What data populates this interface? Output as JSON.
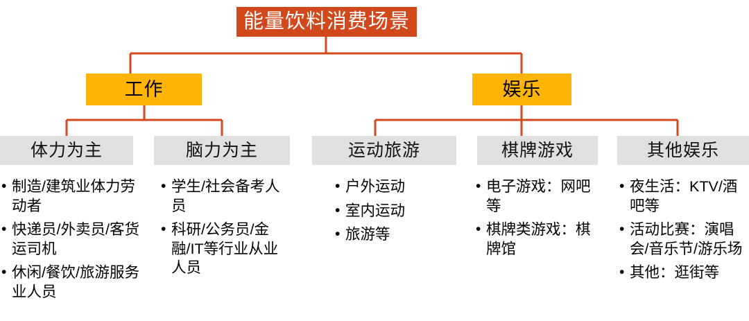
{
  "diagram": {
    "title": "能量饮料消费场景",
    "colors": {
      "root_bg": "#D0481C",
      "level2_bg": "#FFB407",
      "level3_bg": "#E0E0E0",
      "connector": "#D0481C",
      "root_text": "#FFFFFF",
      "body_text": "#000000"
    },
    "root": {
      "label": "能量饮料消费场景"
    },
    "level2": [
      {
        "label": "工作"
      },
      {
        "label": "娱乐"
      }
    ],
    "level3": [
      {
        "label": "体力为主"
      },
      {
        "label": "脑力为主"
      },
      {
        "label": "运动旅游"
      },
      {
        "label": "棋牌游戏"
      },
      {
        "label": "其他娱乐"
      }
    ],
    "details": [
      {
        "parent": "体力为主",
        "items": [
          "制造/建筑业体力劳动者",
          "快递员/外卖员/客货运司机",
          "休闲/餐饮/旅游服务业人员"
        ]
      },
      {
        "parent": "脑力为主",
        "items": [
          "学生/社会备考人员",
          "科研/公务员/金融/IT等行业从业人员"
        ]
      },
      {
        "parent": "运动旅游",
        "items": [
          "户外运动",
          "室内运动",
          "旅游等"
        ]
      },
      {
        "parent": "棋牌游戏",
        "items": [
          "电子游戏：网吧等",
          "棋牌类游戏：棋牌馆"
        ]
      },
      {
        "parent": "其他娱乐",
        "items": [
          "夜生活：KTV/酒吧等",
          "活动比赛：演唱会/音乐节/游乐场",
          "其他：逛街等"
        ]
      }
    ]
  }
}
